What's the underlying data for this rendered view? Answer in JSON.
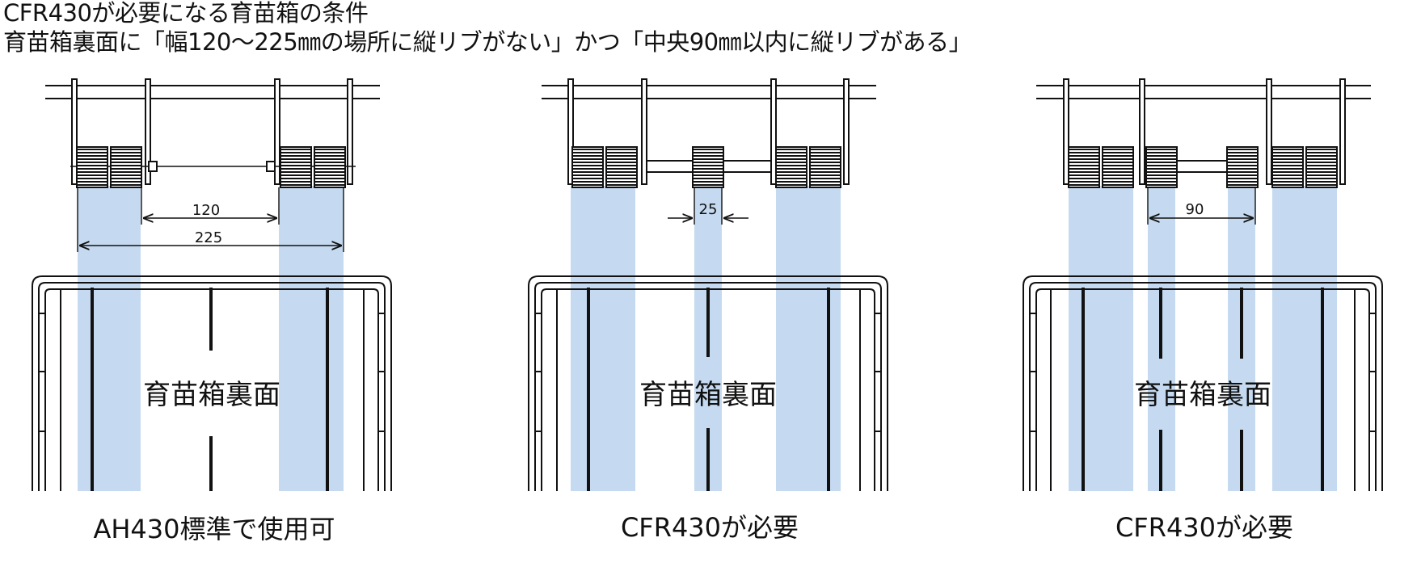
{
  "title": "CFR430が必要になる育苗箱の条件",
  "subtitle": "育苗箱裏面に「幅120～225㎜の場所に縦リブがない」かつ「中央90㎜以内に縦リブがある」",
  "box_label": "育苗箱裏面",
  "highlight_color": "#c5daf0",
  "line_color": "#111111",
  "panels": [
    {
      "dimensions": [
        "120",
        "225"
      ],
      "caption": "AH430標準で使用可"
    },
    {
      "dimensions": [
        "25"
      ],
      "caption": "CFR430が必要"
    },
    {
      "dimensions": [
        "90"
      ],
      "caption": "CFR430が必要"
    }
  ]
}
